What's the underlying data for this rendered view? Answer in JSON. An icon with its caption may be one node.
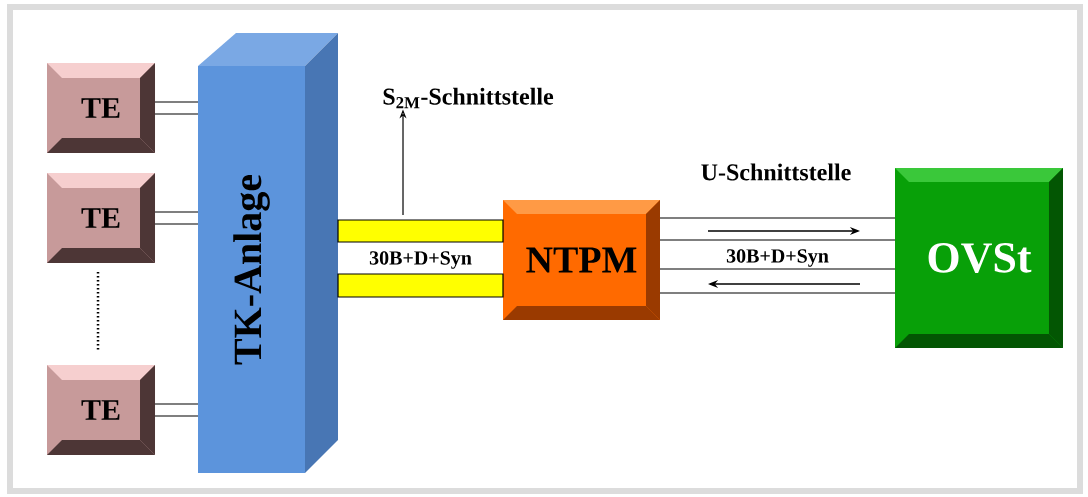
{
  "diagram": {
    "nodes": [
      {
        "text": [
          "TE"
        ]
      },
      {
        "text": [
          "TE"
        ]
      },
      {
        "text": [
          "TE"
        ]
      },
      {
        "text": [
          "TK-Anlage"
        ]
      },
      {
        "text": [
          "NTPM"
        ]
      },
      {
        "text": [
          "OVSt"
        ]
      },
      {
        "text": [
          "S$_{2M}$-Schnittstelle"
        ]
      }
    ],
    "edges": [
      {
        "from": 0,
        "to": 3,
        "arrow": "none"
      },
      {
        "from": 1,
        "to": 3,
        "arrow": "none"
      },
      {
        "from": 2,
        "to": 3,
        "arrow": "none"
      },
      {
        "from": 3,
        "to": 4,
        "arrow": "none",
        "label": "30B+D+Syn",
        "style": "thick",
        "color": "#ffff00"
      },
      {
        "from": 4,
        "to": 5,
        "arrow": "none",
        "label": "30B+D+Syn"
      },
      {
        "from": null,
        "to": 6,
        "arrow": "to"
      }
    ],
    "labels": [
      "U-Schnittstelle"
    ]
  }
}
